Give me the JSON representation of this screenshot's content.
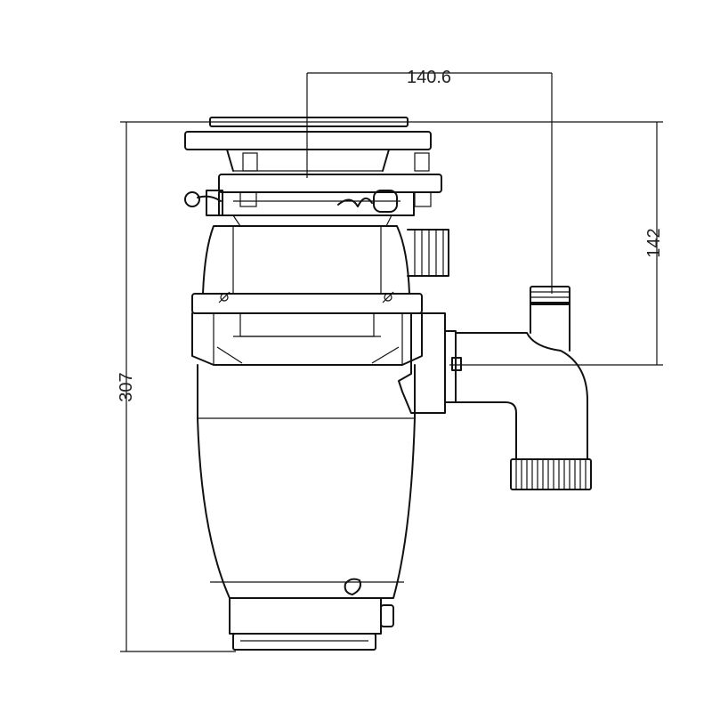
{
  "diagram": {
    "dimensions": {
      "width_label": "140.6",
      "height_label": "142",
      "total_height_label": "307"
    }
  }
}
